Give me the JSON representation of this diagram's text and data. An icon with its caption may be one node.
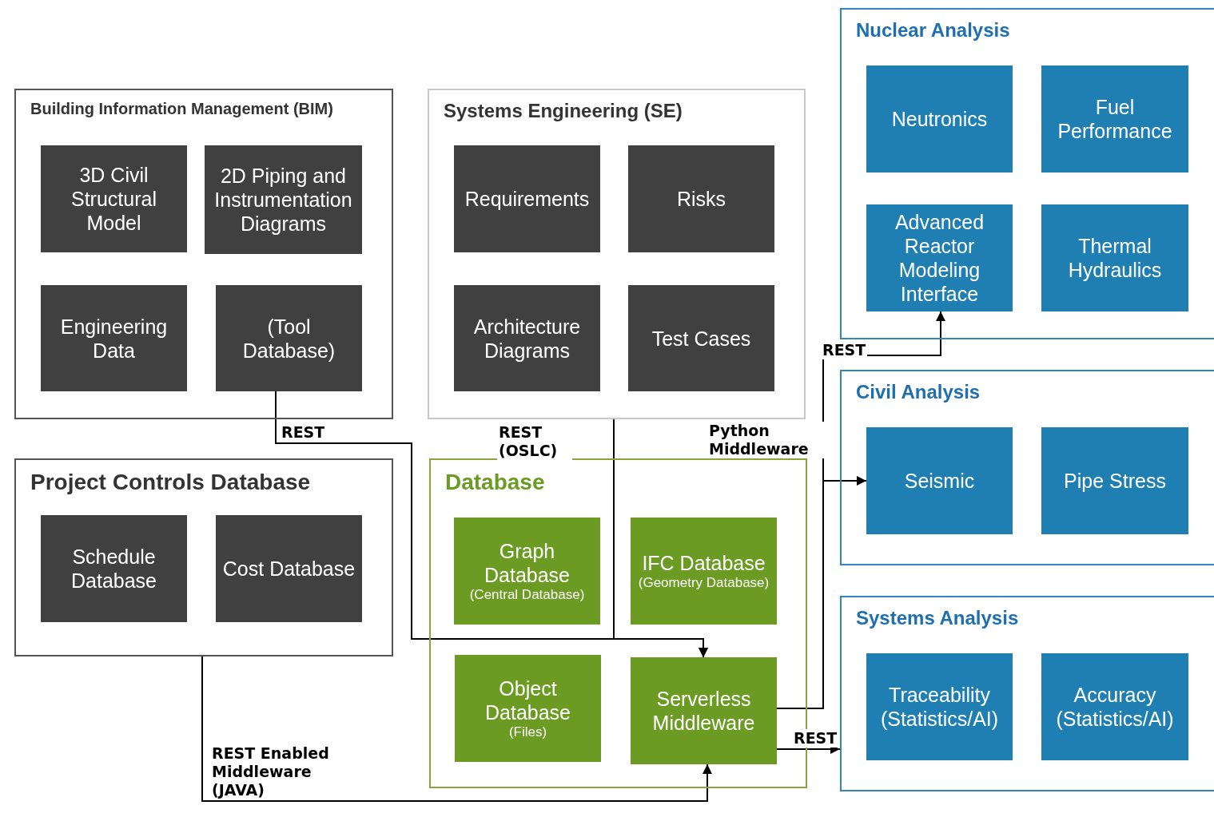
{
  "diagram": {
    "nodes": [
      {
        "text": [
          "Building Information Management (BIM)"
        ]
      },
      {
        "text": [
          "3D Civil Structural Model"
        ],
        "in": 0
      },
      {
        "text": [
          "2D Piping and Instrumentation Diagrams"
        ],
        "in": 0
      },
      {
        "text": [
          "Engineering Data"
        ],
        "in": 0
      },
      {
        "text": [
          "(Tool Database)"
        ],
        "in": 0
      },
      {
        "text": [
          "Systems Engineering (SE)"
        ]
      },
      {
        "text": [
          "Requirements"
        ],
        "in": 5
      },
      {
        "text": [
          "Risks"
        ],
        "in": 5
      },
      {
        "text": [
          "Architecture Diagrams"
        ],
        "in": 5
      },
      {
        "text": [
          "Test Cases"
        ],
        "in": 5
      },
      {
        "text": [
          "Project Controls Database"
        ]
      },
      {
        "text": [
          "Schedule Database"
        ],
        "in": 10
      },
      {
        "text": [
          "Cost Database"
        ],
        "in": 10
      },
      {
        "text": [
          "Database"
        ]
      },
      {
        "text": [
          "Graph Database",
          "(Central Database)"
        ],
        "in": 13
      },
      {
        "text": [
          "IFC Database",
          "(Geometry Database)"
        ],
        "in": 13
      },
      {
        "text": [
          "Object Database",
          "(Files)"
        ],
        "in": 13
      },
      {
        "text": [
          "Serverless Middleware"
        ],
        "in": 13
      },
      {
        "text": [
          "Nuclear Analysis"
        ]
      },
      {
        "text": [
          "Neutronics"
        ],
        "in": 18
      },
      {
        "text": [
          "Fuel Performance"
        ],
        "in": 18
      },
      {
        "text": [
          "Advanced Reactor Modeling Interface"
        ],
        "in": 18
      },
      {
        "text": [
          "Thermal Hydraulics"
        ],
        "in": 18
      },
      {
        "text": [
          "Civil Analysis"
        ]
      },
      {
        "text": [
          "Seismic"
        ],
        "in": 23
      },
      {
        "text": [
          "Pipe Stress"
        ],
        "in": 23
      },
      {
        "text": [
          "Systems Analysis"
        ]
      },
      {
        "text": [
          "Traceability (Statistics/AI)"
        ],
        "in": 26
      },
      {
        "text": [
          "Accuracy (Statistics/AI)"
        ],
        "in": 26
      }
    ],
    "edges": [
      {
        "from": 4,
        "to": 17,
        "arrow": "to",
        "label": "REST"
      },
      {
        "from": 5,
        "to": 17,
        "arrow": "to",
        "label": "REST (OSLC)"
      },
      {
        "from": 10,
        "to": 17,
        "arrow": "to",
        "label": "REST Enabled Middleware (JAVA)"
      },
      {
        "from": 17,
        "to": 21,
        "arrow": "to",
        "label": "REST"
      },
      {
        "from": 17,
        "to": 24,
        "arrow": "to",
        "label": "Python Middleware"
      },
      {
        "from": 17,
        "to": 26,
        "arrow": "to",
        "label": "REST"
      }
    ]
  }
}
